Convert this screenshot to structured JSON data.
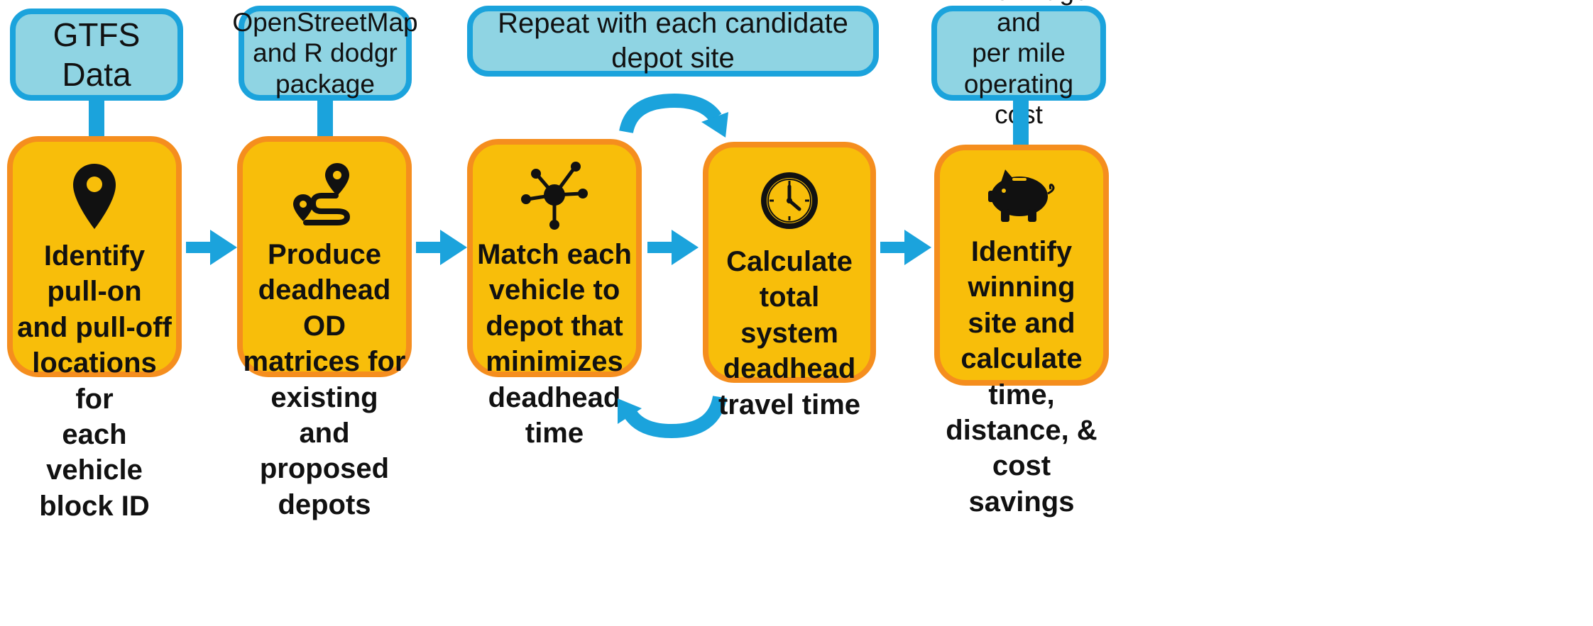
{
  "colors": {
    "input_fill": "#8fd4e3",
    "input_border": "#1ba3dc",
    "step_fill": "#f8be0a",
    "step_border": "#f58e1e",
    "arrow": "#1ba3dc",
    "text": "#111111"
  },
  "inputs": {
    "gtfs": "GTFS Data",
    "osm": "OpenStreetMap\nand R dodgr\npackage",
    "repeat": "Repeat with each candidate depot site",
    "costs": "Driver wage and\nper mile\noperating cost"
  },
  "steps": [
    {
      "icon": "map-pin-icon",
      "label": "Identify pull-on\nand pull-off\nlocations for\neach vehicle\nblock ID"
    },
    {
      "icon": "route-icon",
      "label": "Produce\ndeadhead OD\nmatrices for\nexisting and\nproposed depots"
    },
    {
      "icon": "network-hub-icon",
      "label": "Match each\nvehicle to\ndepot that\nminimizes\ndeadhead time"
    },
    {
      "icon": "clock-icon",
      "label": "Calculate\ntotal system\ndeadhead\ntravel time"
    },
    {
      "icon": "piggy-bank-icon",
      "label": "Identify winning\nsite and\ncalculate time,\ndistance, &\ncost savings"
    }
  ]
}
